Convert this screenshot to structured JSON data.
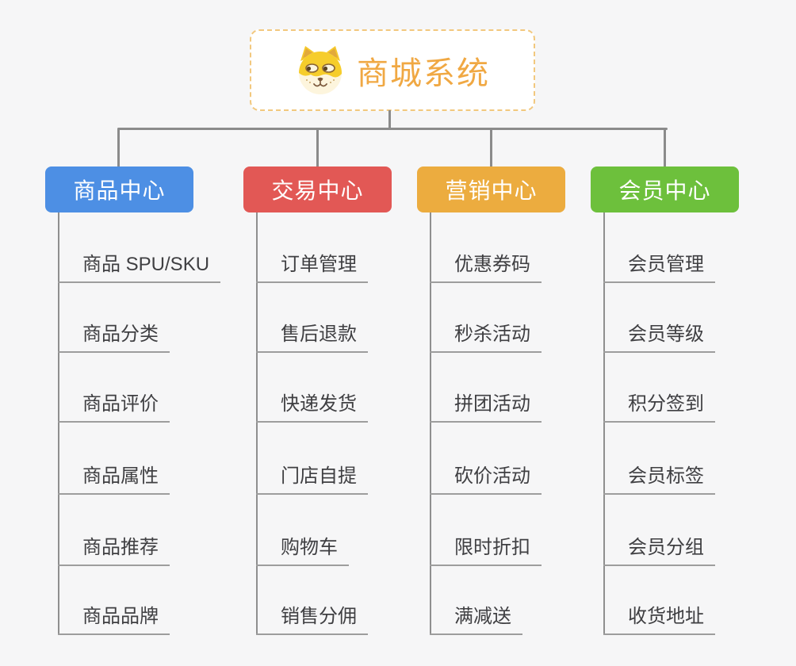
{
  "root": {
    "title": "商城系统",
    "icon": "dog-face",
    "title_color": "#f0a843",
    "border_color": "#f2c87e"
  },
  "connector_color": "#8b8b8b",
  "branches": [
    {
      "label": "商品中心",
      "color": "#4d8fe4",
      "items": [
        "商品 SPU/SKU",
        "商品分类",
        "商品评价",
        "商品属性",
        "商品推荐",
        "商品品牌"
      ]
    },
    {
      "label": "交易中心",
      "color": "#e25855",
      "items": [
        "订单管理",
        "售后退款",
        "快递发货",
        "门店自提",
        "购物车",
        "销售分佣"
      ]
    },
    {
      "label": "营销中心",
      "color": "#ecac3f",
      "items": [
        "优惠券码",
        "秒杀活动",
        "拼团活动",
        "砍价活动",
        "限时折扣",
        "满减送"
      ]
    },
    {
      "label": "会员中心",
      "color": "#6dc03c",
      "items": [
        "会员管理",
        "会员等级",
        "积分签到",
        "会员标签",
        "会员分组",
        "收货地址"
      ]
    }
  ]
}
